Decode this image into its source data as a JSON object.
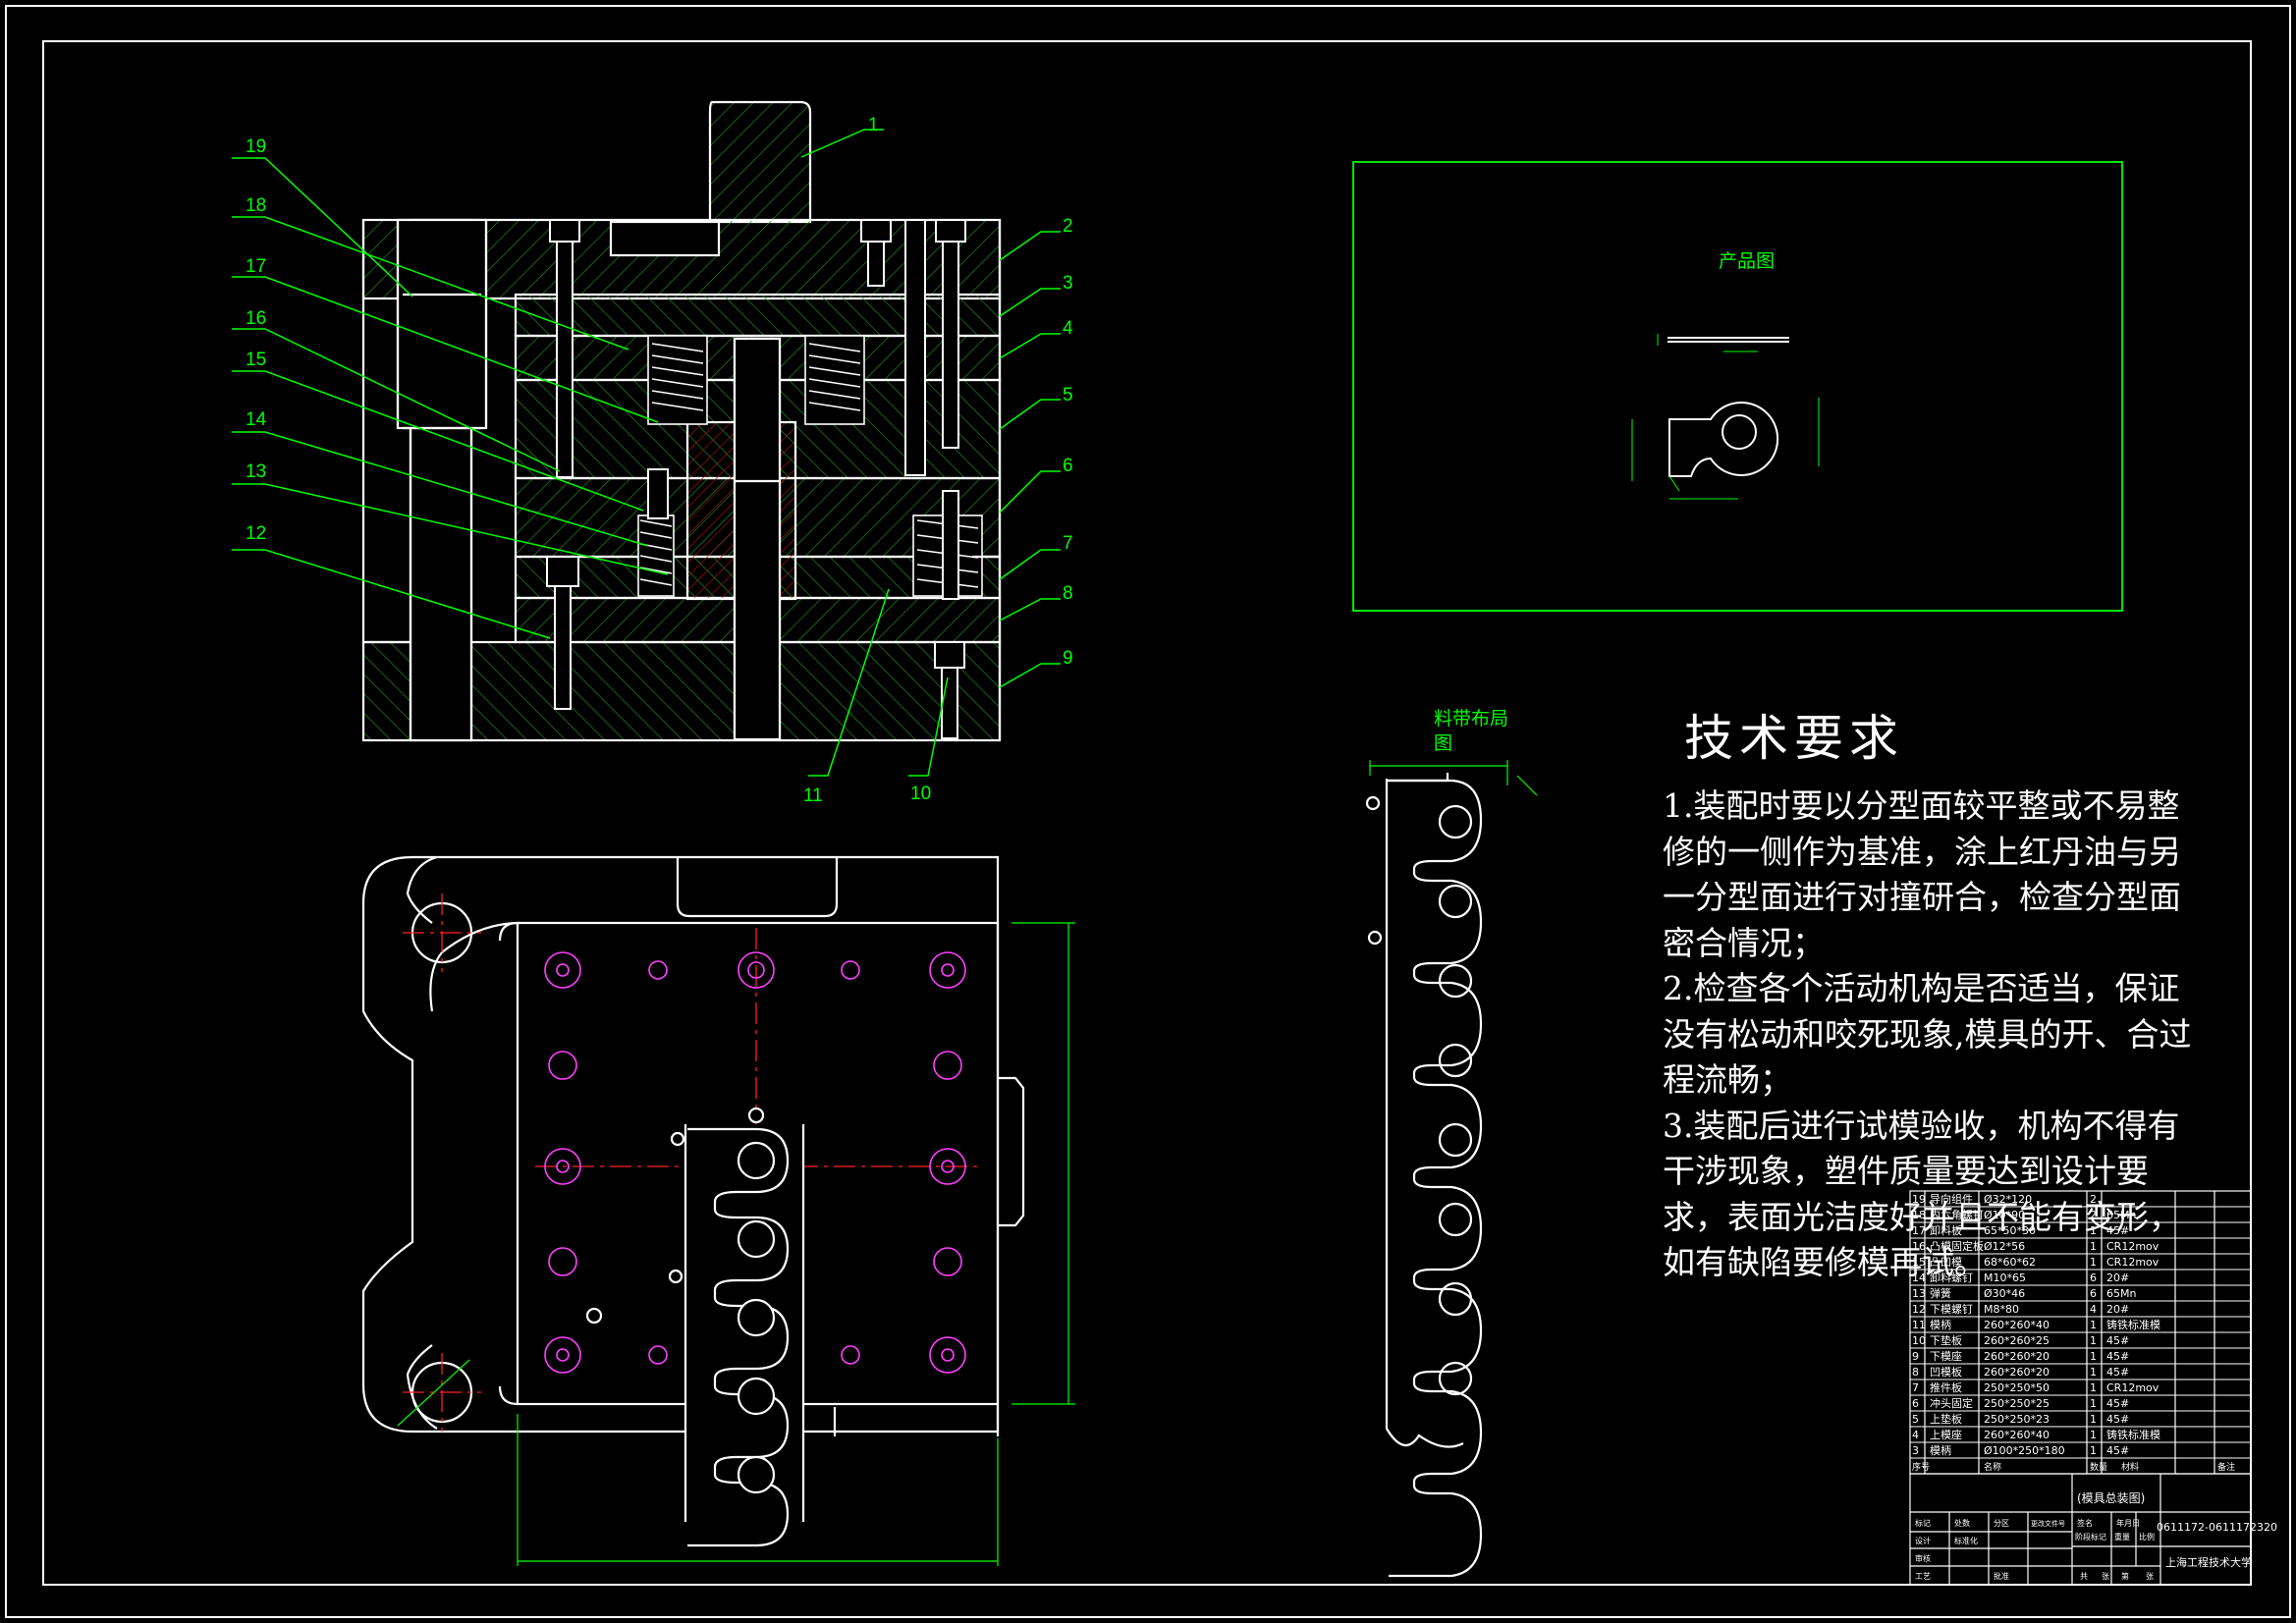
{
  "drawing": {
    "callout_numbers": [
      "1",
      "2",
      "3",
      "4",
      "5",
      "6",
      "7",
      "8",
      "9",
      "10",
      "11",
      "12",
      "13",
      "14",
      "15",
      "16",
      "17",
      "18",
      "19"
    ],
    "product_view_title": "产品图",
    "strip_layout_title_line1": "料带布局",
    "strip_layout_title_line2": "图",
    "tech_requirements": {
      "title": "技术要求",
      "items": [
        "1.装配时要以分型面较平整或不易整修的一侧作为基准，涂上红丹油与另一分型面进行对撞研合，检查分型面密合情况；",
        "2.检查各个活动机构是否适当，保证没有松动和咬死现象,模具的开、合过程流畅；",
        "3.装配后进行试模验收，机构不得有干涉现象，塑件质量要达到设计要求，表面光洁度好并且不能有变形，如有缺陷要修模再试。"
      ]
    },
    "bom_rows": [
      {
        "no": "19",
        "name": "导向组件",
        "spec": "Ø32*120",
        "qty": "2",
        "material": "",
        "note": ""
      },
      {
        "no": "18",
        "name": "内六角螺钉",
        "spec": "Ø10*90",
        "qty": "2",
        "material": "65Mn",
        "note": ""
      },
      {
        "no": "17",
        "name": "卸料板",
        "spec": "65*50*30",
        "qty": "1",
        "material": "45#",
        "note": ""
      },
      {
        "no": "16",
        "name": "凸模固定板",
        "spec": "Ø12*56",
        "qty": "1",
        "material": "CR12mov",
        "note": ""
      },
      {
        "no": "15",
        "name": "凸凹模",
        "spec": "68*60*62",
        "qty": "1",
        "material": "CR12mov",
        "note": ""
      },
      {
        "no": "14",
        "name": "卸料螺钉",
        "spec": "M10*65",
        "qty": "6",
        "material": "20#",
        "note": ""
      },
      {
        "no": "13",
        "name": "弹簧",
        "spec": "Ø30*46",
        "qty": "6",
        "material": "65Mn",
        "note": ""
      },
      {
        "no": "12",
        "name": "下模螺钉",
        "spec": "M8*80",
        "qty": "4",
        "material": "20#",
        "note": ""
      },
      {
        "no": "11",
        "name": "模柄",
        "spec": "260*260*40",
        "qty": "1",
        "material": "铸铁标准模",
        "note": ""
      },
      {
        "no": "10",
        "name": "下垫板",
        "spec": "260*260*25",
        "qty": "1",
        "material": "45#",
        "note": ""
      },
      {
        "no": "9",
        "name": "下模座",
        "spec": "260*260*20",
        "qty": "1",
        "material": "45#",
        "note": ""
      },
      {
        "no": "8",
        "name": "凹模板",
        "spec": "260*260*20",
        "qty": "1",
        "material": "45#",
        "note": ""
      },
      {
        "no": "7",
        "name": "推件板",
        "spec": "250*250*50",
        "qty": "1",
        "material": "CR12mov",
        "note": ""
      },
      {
        "no": "6",
        "name": "冲头固定",
        "spec": "250*250*25",
        "qty": "1",
        "material": "45#",
        "note": ""
      },
      {
        "no": "5",
        "name": "上垫板",
        "spec": "250*250*23",
        "qty": "1",
        "material": "45#",
        "note": ""
      },
      {
        "no": "4",
        "name": "上模座",
        "spec": "260*260*40",
        "qty": "1",
        "material": "铸铁标准模",
        "note": ""
      },
      {
        "no": "3",
        "name": "模柄",
        "spec": "Ø100*250*180",
        "qty": "1",
        "material": "45#",
        "note": ""
      }
    ],
    "bom_header": [
      "序号",
      "名称",
      "数量",
      "材料",
      "备注"
    ],
    "title_block": {
      "drawing_name": "(模具总装图)",
      "drawing_number": "0611172-0611172320",
      "school": "上海工程技术大学",
      "labels": [
        "标记",
        "处数",
        "分区",
        "更改文件号",
        "签名",
        "年月日",
        "设计",
        "标准化",
        "审核",
        "工艺",
        "批准",
        "阶段标记",
        "重量",
        "比例",
        "共",
        "张",
        "第",
        "张"
      ]
    },
    "colors": {
      "background": "#000000",
      "outline": "#ffffff",
      "callout": "#00ff00",
      "centerline": "#ff0000",
      "hatch": "#00ff00",
      "holes": "#ff00ff"
    }
  }
}
